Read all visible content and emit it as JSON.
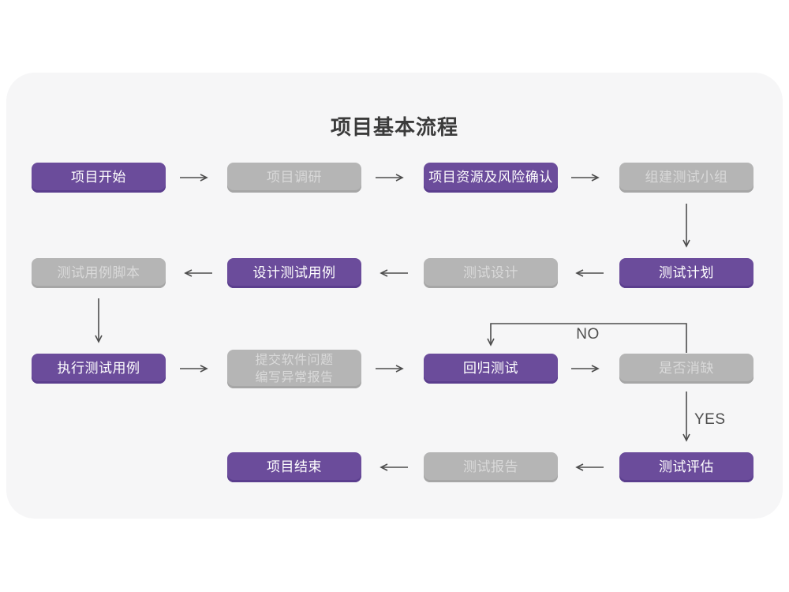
{
  "page": {
    "title": "项目基本流程"
  },
  "colors": {
    "purple": "#6b4c9b",
    "purple_dark": "#5b3e8e",
    "gray": "#b5b5b5",
    "gray_dark": "#a6a6a6",
    "gray_text": "#d9d9d9",
    "arrow": "#4d4d4d",
    "card_bg": "#f6f6f7",
    "title_color": "#3b3b3b"
  },
  "nodes": {
    "start": {
      "label": "项目开始"
    },
    "research": {
      "label": "项目调研"
    },
    "risk_confirm": {
      "label": "项目资源及风险确认"
    },
    "build_team": {
      "label": "组建测试小组"
    },
    "test_plan": {
      "label": "测试计划"
    },
    "test_design": {
      "label": "测试设计"
    },
    "design_cases": {
      "label": "设计测试用例"
    },
    "case_scripts": {
      "label": "测试用例脚本"
    },
    "execute_cases": {
      "label": "执行测试用例"
    },
    "report_issues": {
      "line1": "提交软件问题",
      "line2": "编写异常报告"
    },
    "regression": {
      "label": "回归测试"
    },
    "defect_check": {
      "label": "是否消缺"
    },
    "evaluate": {
      "label": "测试评估"
    },
    "test_report": {
      "label": "测试报告"
    },
    "end": {
      "label": "项目结束"
    }
  },
  "branches": {
    "no_label": "NO",
    "yes_label": "YES"
  }
}
